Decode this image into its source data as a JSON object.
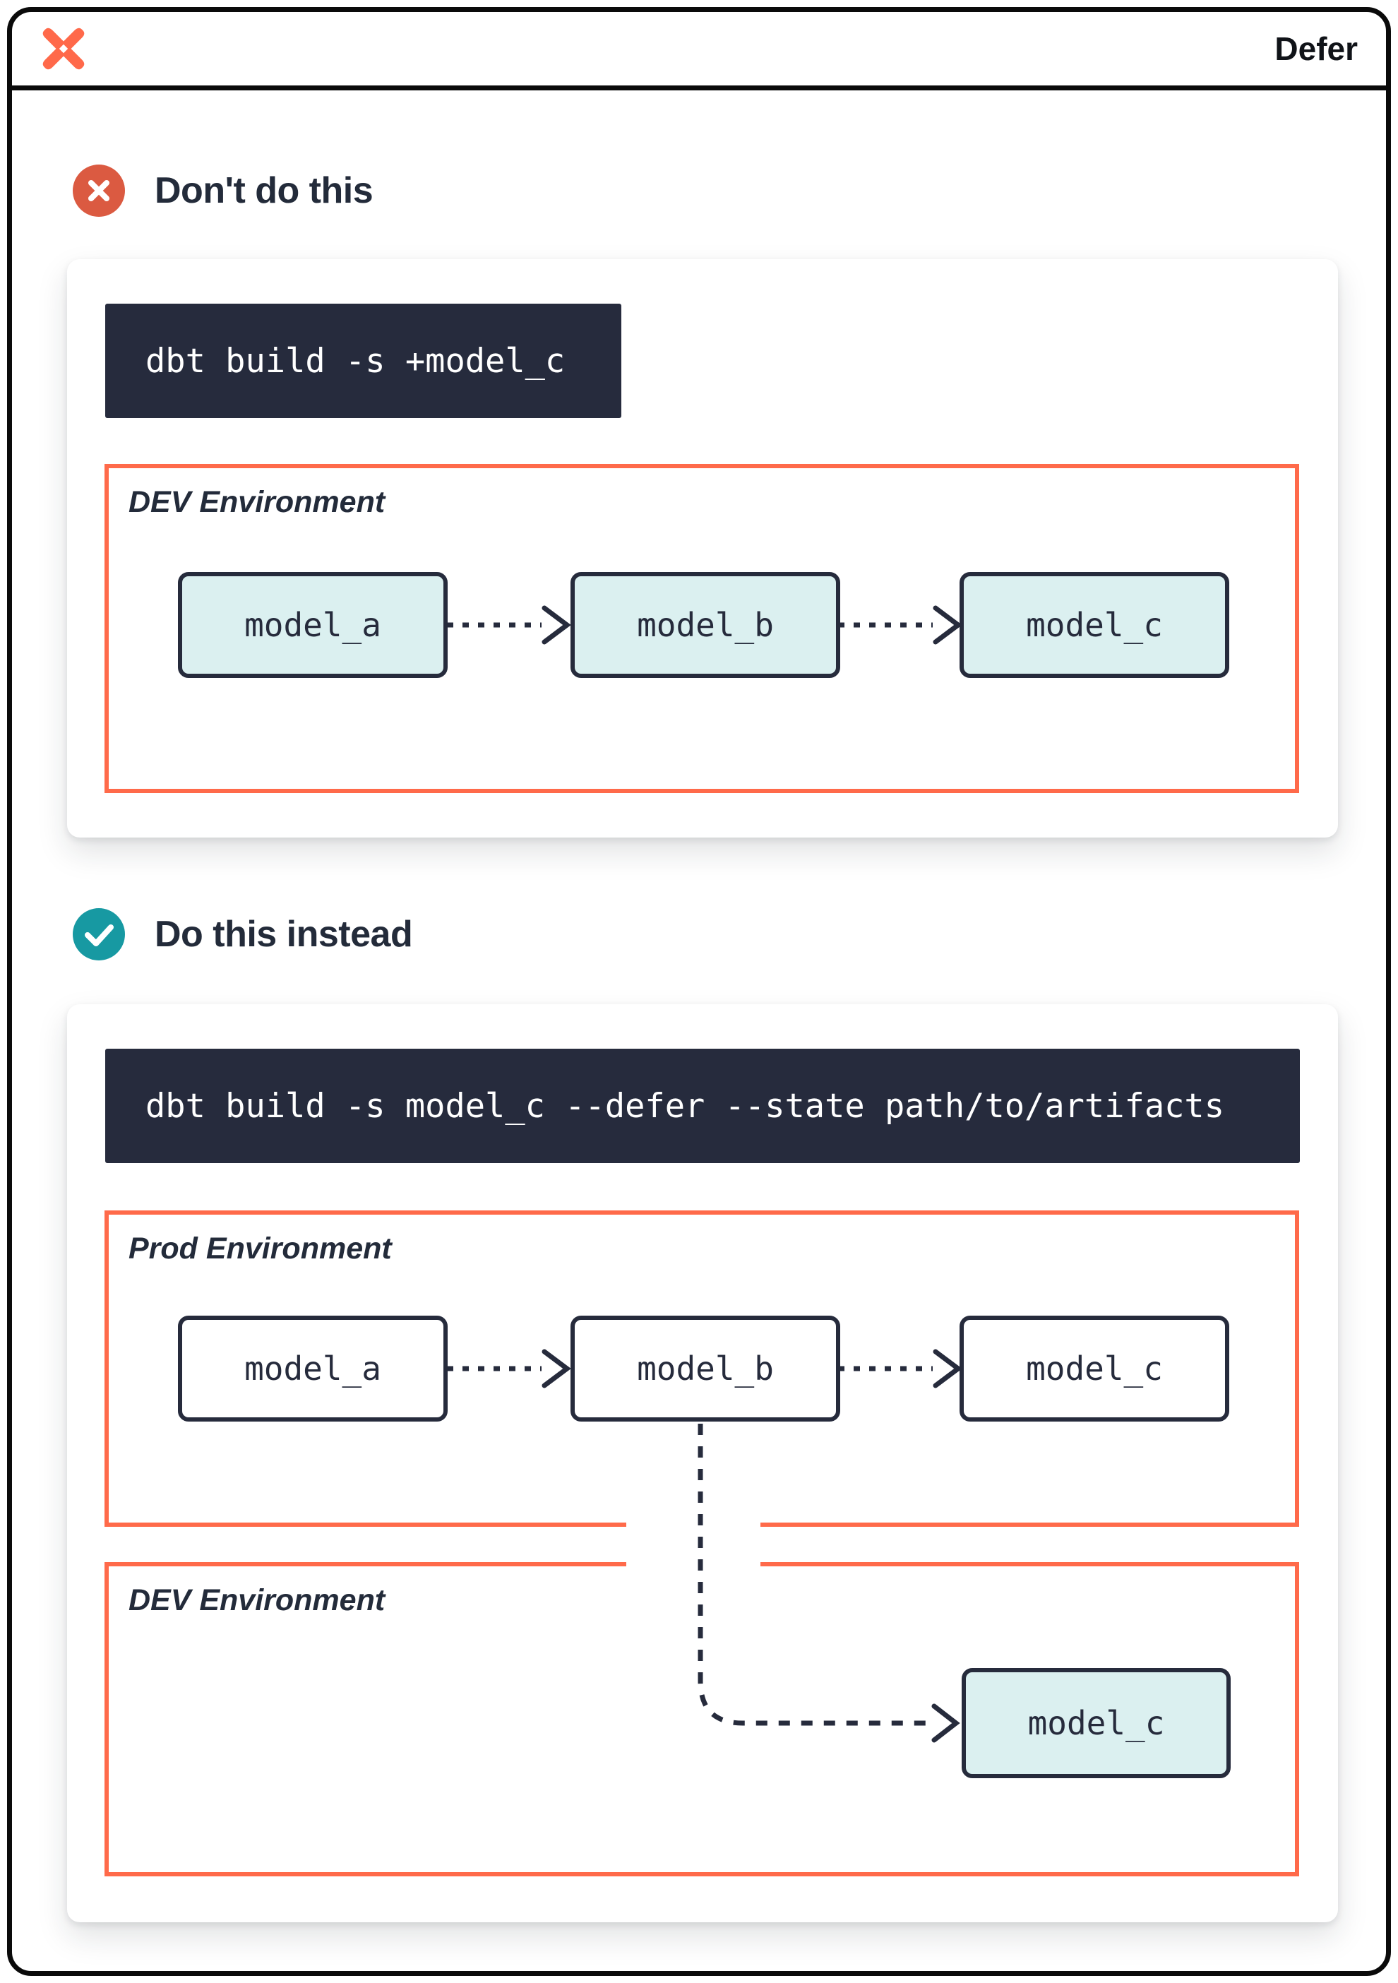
{
  "header": {
    "title": "Defer",
    "logo_icon": "dbt-logo"
  },
  "colors": {
    "frame_black": "#0a0a0a",
    "accent_orange": "#ff694a",
    "env_border_orange": "#ff6a4a",
    "dark_navy": "#262b3c",
    "code_background": "#262b3d",
    "teal_node_fill": "#dbf0f0",
    "dont_icon_red": "#db5a41",
    "do_icon_teal": "#1799a2"
  },
  "sections": [
    {
      "heading": "Don't do this",
      "icon": "x-circle-icon",
      "command": "dbt build -s +model_c",
      "environments": [
        {
          "label": "DEV Environment",
          "node_style": "teal",
          "models": [
            {
              "name": "model_a"
            },
            {
              "name": "model_b"
            },
            {
              "name": "model_c"
            }
          ]
        }
      ]
    },
    {
      "heading": "Do this instead",
      "icon": "check-circle-icon",
      "command": "dbt build -s model_c --defer --state path/to/artifacts",
      "environments": [
        {
          "label": "Prod Environment",
          "node_style": "plain",
          "models": [
            {
              "name": "model_a"
            },
            {
              "name": "model_b"
            },
            {
              "name": "model_c"
            }
          ]
        },
        {
          "label": "DEV Environment",
          "node_style": "teal",
          "models": [
            {
              "name": "model_c"
            }
          ]
        }
      ]
    }
  ]
}
